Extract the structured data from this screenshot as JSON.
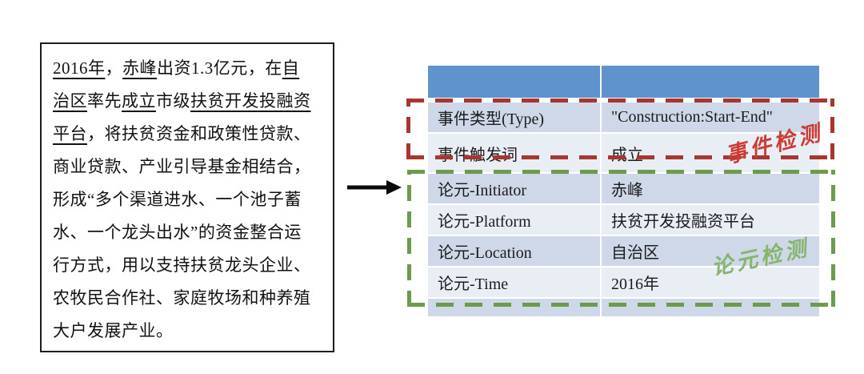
{
  "figure": {
    "description_note": "",
    "colors": {
      "header_blue": "#5E93CB",
      "band_dark": "#CFD8E8",
      "band_light": "#E9EDF4",
      "event_box_red": "#A93531",
      "event_label_red": "#CC3B34",
      "argument_box_green": "#6C9B4D",
      "argument_label_green": "#87B56E",
      "arrow_black": "#0a0a0a"
    }
  },
  "icons": {
    "arrow_right": "→"
  },
  "text_box": {
    "lines": [
      {
        "segments": [
          {
            "text": "2016年",
            "underline": true
          },
          {
            "text": "，",
            "underline": false
          },
          {
            "text": "赤峰",
            "underline": true
          },
          {
            "text": "出资1.3亿元，在",
            "underline": false
          },
          {
            "text": "自",
            "underline": true
          }
        ]
      },
      {
        "segments": [
          {
            "text": "治区",
            "underline": true
          },
          {
            "text": "率先",
            "underline": false
          },
          {
            "text": "成立",
            "underline": true
          },
          {
            "text": "市级",
            "underline": false
          },
          {
            "text": "扶贫开发投融资",
            "underline": true
          }
        ]
      },
      {
        "segments": [
          {
            "text": "平台",
            "underline": true
          },
          {
            "text": "，将扶贫资金和政策性贷款、",
            "underline": false
          }
        ]
      },
      {
        "segments": [
          {
            "text": "商业贷款、产业引导基金相结合，",
            "underline": false
          }
        ]
      },
      {
        "segments": [
          {
            "text": "形成“多个渠道进水、一个池子蓄",
            "underline": false
          }
        ]
      },
      {
        "segments": [
          {
            "text": "水、一个龙头出水”的资金整合运",
            "underline": false
          }
        ]
      },
      {
        "segments": [
          {
            "text": "行方式，用以支持扶贫龙头企业、",
            "underline": false
          }
        ]
      },
      {
        "segments": [
          {
            "text": "农牧民合作社、家庭牧场和种养殖",
            "underline": false
          }
        ]
      },
      {
        "segments": [
          {
            "text": "大户发展产业。",
            "underline": false
          }
        ]
      }
    ]
  },
  "table": {
    "header": {
      "col1": "",
      "col2": ""
    },
    "event_rows": [
      {
        "label": "事件类型(Type)",
        "value": "\"Construction:Start-End\"",
        "band": "dark",
        "tall": false
      },
      {
        "label": "事件触发词",
        "value": "成立",
        "band": "light",
        "tall": true
      }
    ],
    "argument_rows": [
      {
        "label": "论元-Initiator",
        "value": "赤峰",
        "band": "dark",
        "tall": false
      },
      {
        "label": "论元-Platform",
        "value": "扶贫开发投融资平台",
        "band": "light",
        "tall": false
      },
      {
        "label": "论元-Location",
        "value": "自治区",
        "band": "dark",
        "tall": false
      },
      {
        "label": "论元-Time",
        "value": "2016年",
        "band": "light",
        "tall": false
      }
    ]
  },
  "annotations": {
    "event_detection_label": "事件检测",
    "argument_detection_label": "论元检测"
  }
}
